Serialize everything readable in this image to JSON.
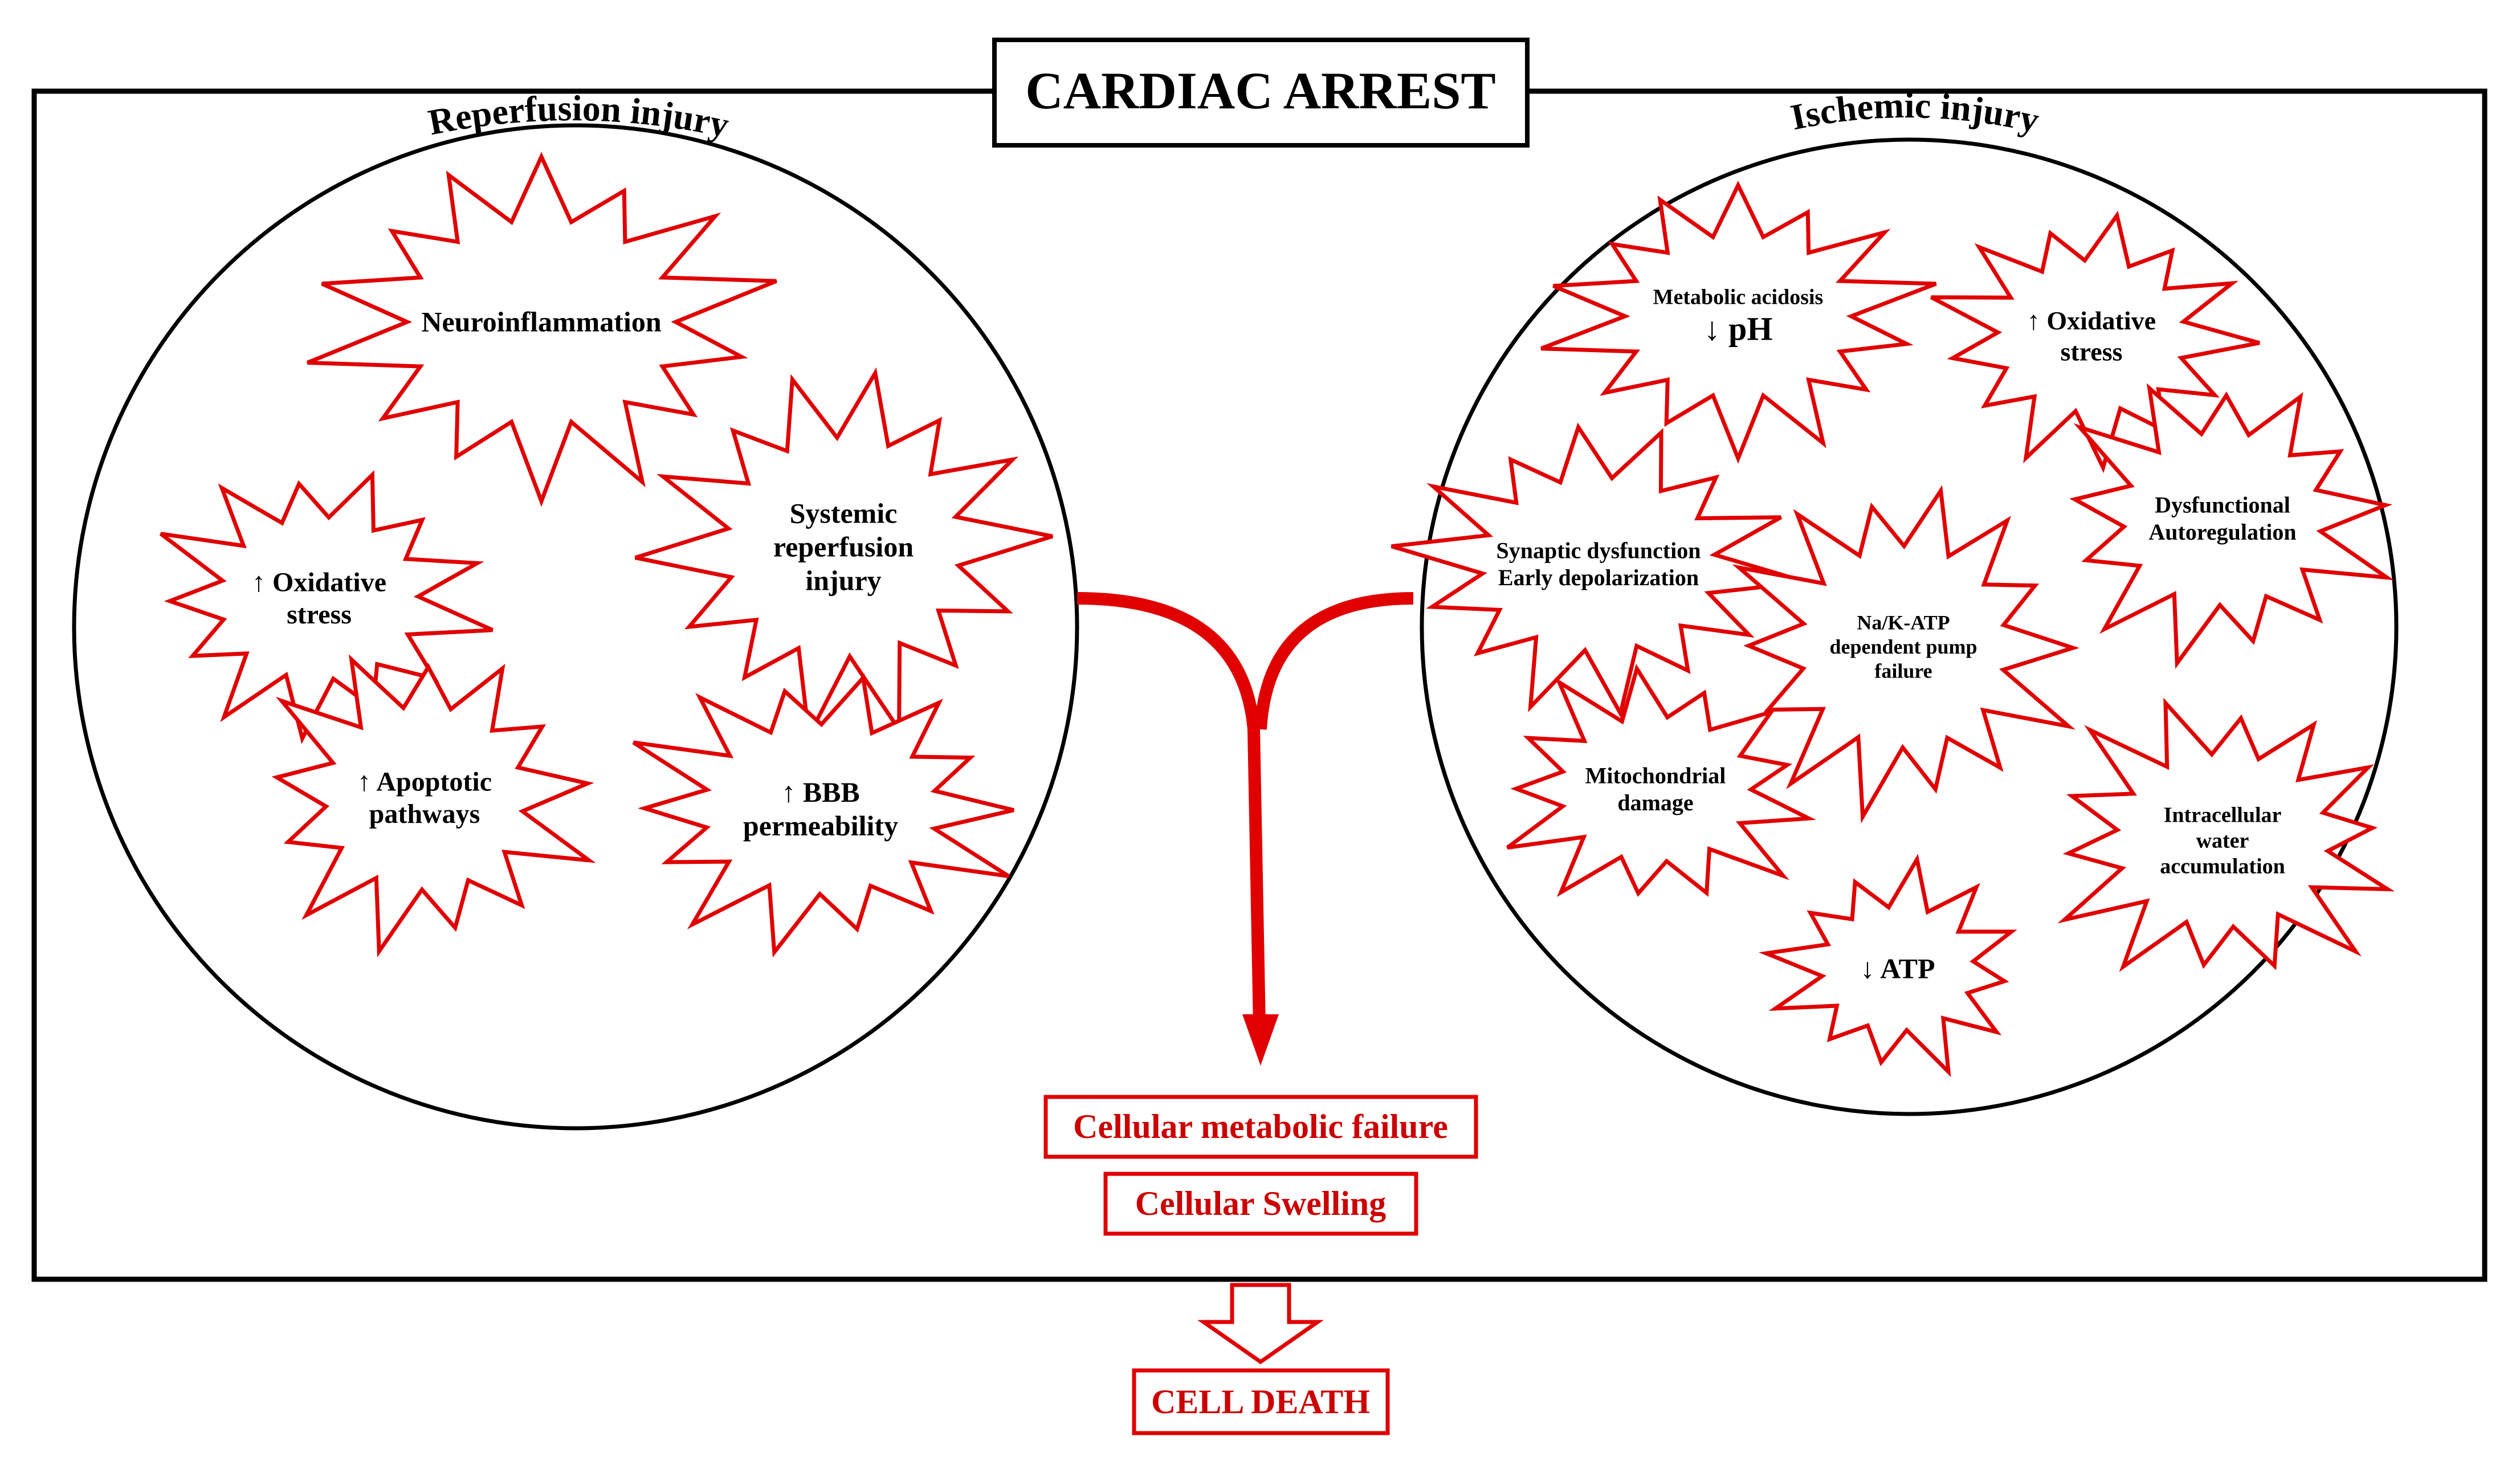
{
  "title": "CARDIAC ARREST",
  "reperfusion": {
    "heading": "Reperfusion injury",
    "items": [
      {
        "lines": [
          "Neuroinflammation"
        ]
      },
      {
        "lines": [
          "Systemic",
          "reperfusion",
          "injury"
        ]
      },
      {
        "lines": [
          "↑ Oxidative",
          "stress"
        ]
      },
      {
        "lines": [
          "↑ Apoptotic",
          "pathways"
        ]
      },
      {
        "lines": [
          "↑ BBB",
          "permeability"
        ]
      }
    ]
  },
  "ischemic": {
    "heading": "Ischemic injury",
    "items": [
      {
        "lines": [
          "Metabolic acidosis",
          "↓ pH"
        ]
      },
      {
        "lines": [
          "↑ Oxidative",
          "stress"
        ]
      },
      {
        "lines": [
          "Synaptic dysfunction",
          "Early depolarization"
        ]
      },
      {
        "lines": [
          "Dysfunctional",
          "Autoregulation"
        ]
      },
      {
        "lines": [
          "Na/K-ATP",
          "dependent pump",
          "failure"
        ]
      },
      {
        "lines": [
          "Mitochondrial",
          "damage"
        ]
      },
      {
        "lines": [
          "Intracellular",
          "water",
          "accumulation"
        ]
      },
      {
        "lines": [
          "↓ ATP"
        ]
      }
    ]
  },
  "outcomes": [
    "Cellular metabolic failure",
    "Cellular Swelling"
  ],
  "final": "CELL DEATH",
  "colors": {
    "accent": "#e00000",
    "outline": "#000000"
  }
}
